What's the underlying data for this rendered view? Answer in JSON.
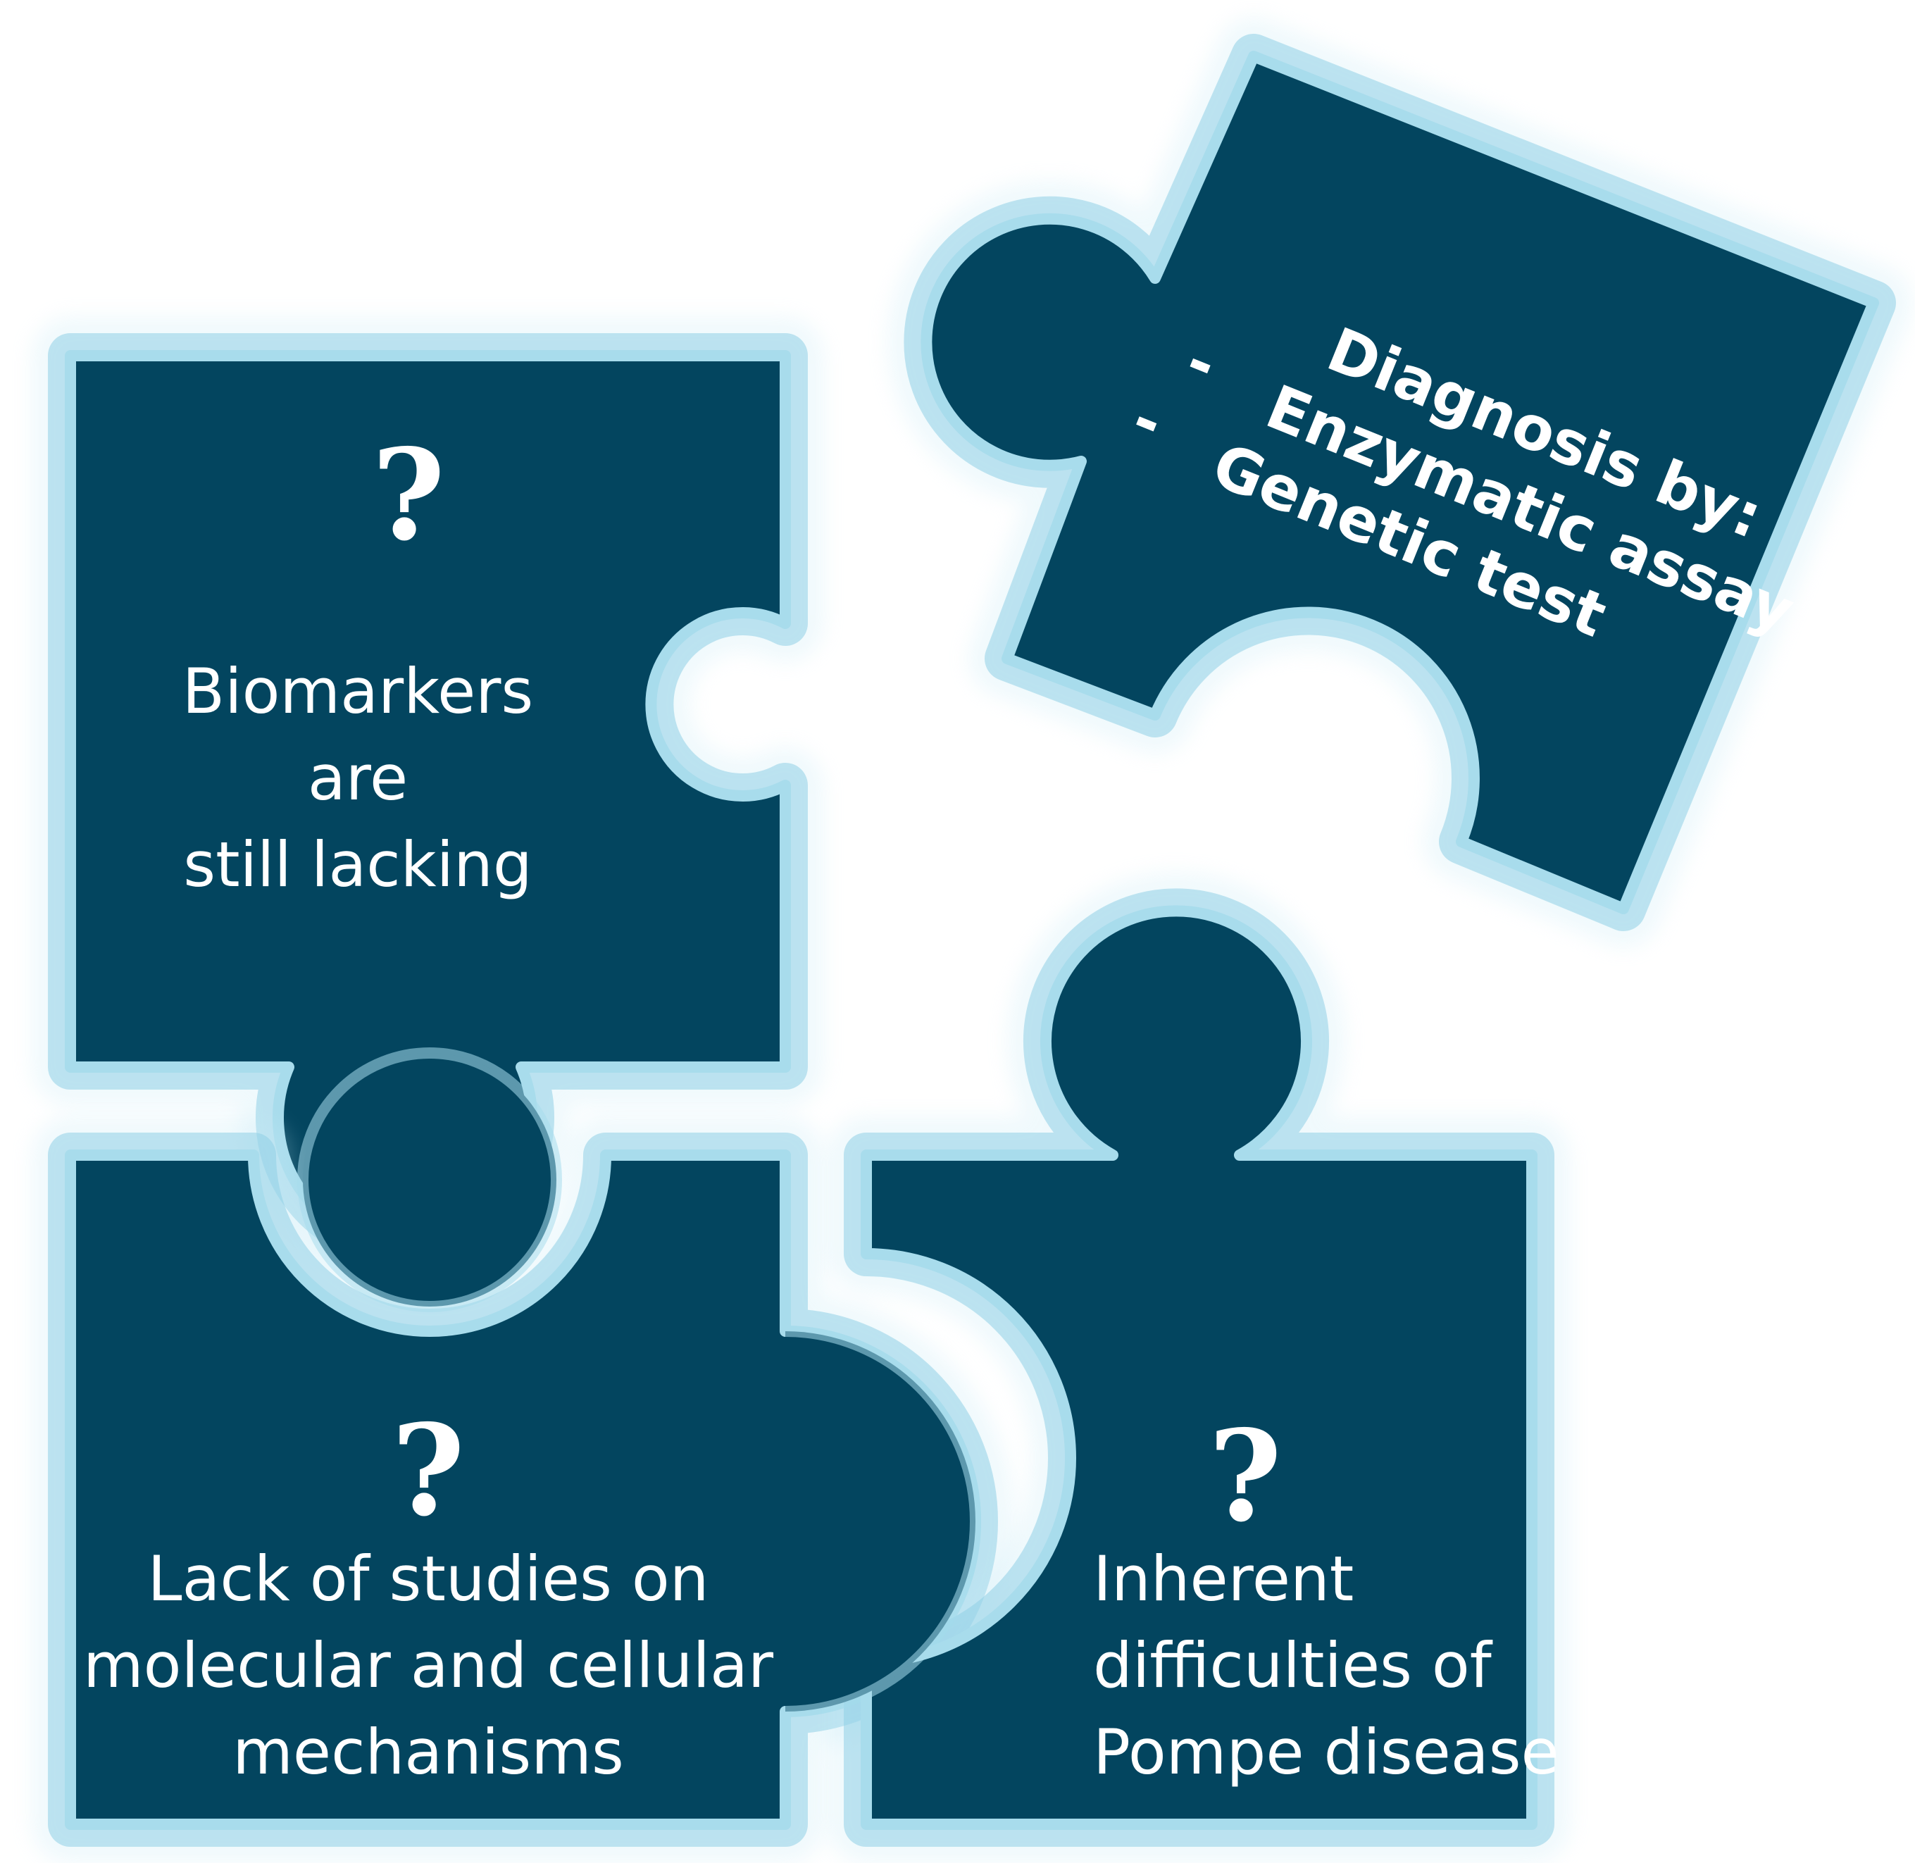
{
  "diagram": {
    "colors": {
      "piece_fill": "#03455f",
      "piece_edge": "#a8dcec",
      "glow": "#8fd0e6",
      "text": "#ffffff"
    },
    "pieces": {
      "top_left": {
        "question_mark": "?",
        "lines": [
          "Biomarkers",
          "are",
          "still lacking"
        ]
      },
      "bottom_left": {
        "question_mark": "?",
        "lines": [
          "Lack of studies on",
          "molecular and cellular",
          "mechanisms"
        ]
      },
      "bottom_right": {
        "question_mark": "?",
        "lines": [
          "Inherent",
          "difficulties of",
          "Pompe disease"
        ]
      },
      "top_right": {
        "heading": "Diagnosis by:",
        "items": [
          {
            "bullet": "-",
            "label": "Enzymatic assay"
          },
          {
            "bullet": "-",
            "label": "Genetic test"
          }
        ]
      }
    }
  }
}
